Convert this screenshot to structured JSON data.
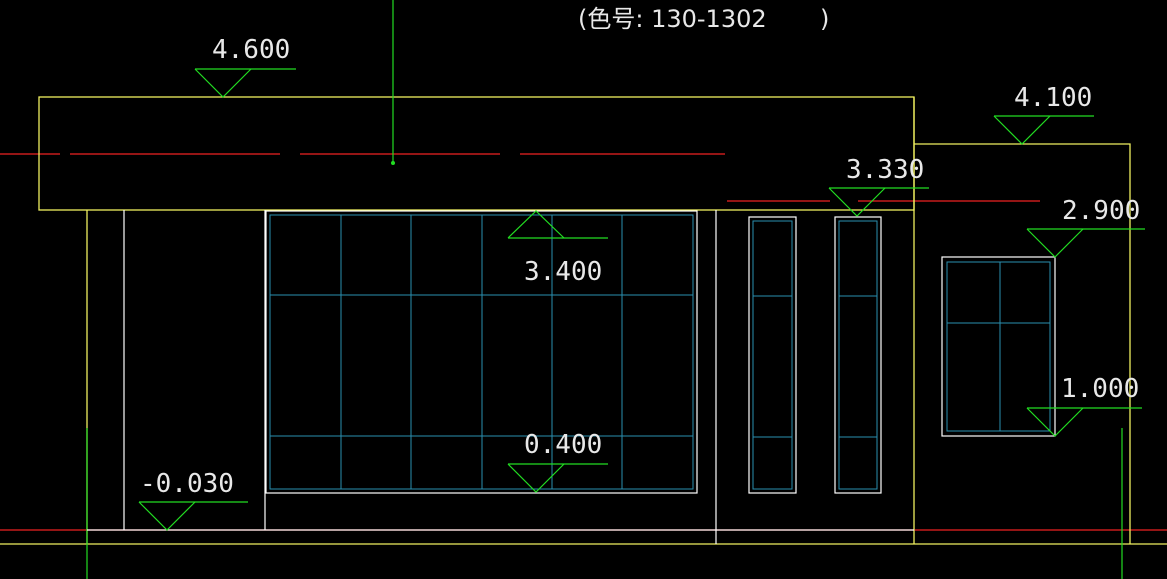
{
  "header": {
    "color_note": "(色号: 130-1302       )"
  },
  "elevations": {
    "roof_main": "4.600",
    "roof_side": "4.100",
    "window_top_narrow": "3.330",
    "window_top_main": "3.400",
    "window_top_side": "2.900",
    "window_sill_side": "1.000",
    "window_sill_main": "0.400",
    "ground": "-0.030"
  },
  "colors": {
    "background": "#000000",
    "outline": "#ffffff",
    "wall_edge": "#f0f060",
    "elevation_mark": "#22dd22",
    "axis_line": "#ee2222",
    "glazing": "#2a8fb0",
    "text": "#e8e8e8"
  }
}
